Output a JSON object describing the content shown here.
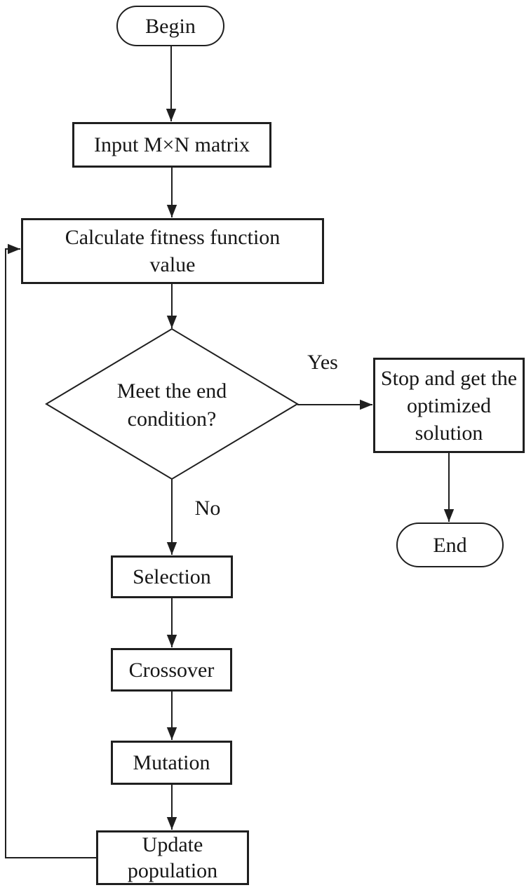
{
  "flowchart": {
    "nodes": {
      "begin": "Begin",
      "input_matrix": "Input M×N matrix",
      "calculate_fitness": "Calculate fitness function value",
      "end_condition": "Meet the end condition?",
      "stop_solution": "Stop and get the optimized solution",
      "end": "End",
      "selection": "Selection",
      "crossover": "Crossover",
      "mutation": "Mutation",
      "update_population": "Update population"
    },
    "edge_labels": {
      "yes": "Yes",
      "no": "No"
    },
    "colors": {
      "background": "#ffffff",
      "line": "#1f1f1f",
      "text": "#161616"
    }
  }
}
